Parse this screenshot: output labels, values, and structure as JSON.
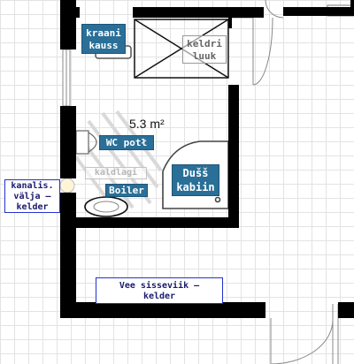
{
  "room": {
    "area": "5.3 m²"
  },
  "labels": {
    "sink": "kraani kauss",
    "hatch": "keldri luuk",
    "wc": "WC potł",
    "shower": "Dušš kabiin",
    "ceiling": "kaldlagi",
    "boiler": "Boiler",
    "drain": "kanalis. välja – kelder",
    "water_inlet": "Vee sisseviik – kelder"
  },
  "colors": {
    "label_fill": "#2a6f97",
    "note_border": "#2233cc",
    "inlet_marker": "#1e4fd8"
  }
}
